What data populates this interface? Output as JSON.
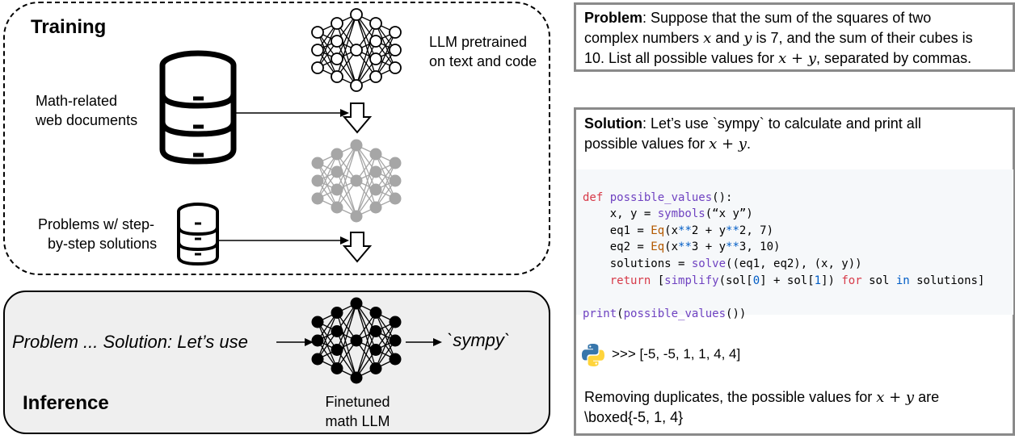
{
  "training": {
    "heading": "Training",
    "llm_label": [
      "LLM  pretrained",
      "on text and code"
    ],
    "web_docs_label": [
      "Math-related",
      "web documents"
    ],
    "problems_label": [
      "Problems w/ step-",
      "by-step solutions"
    ]
  },
  "inference": {
    "heading": "Inference",
    "input_text": "Problem ... Solution: Let’s use",
    "output_text": "`sympy`",
    "model_label": [
      "Finetuned",
      "math LLM"
    ]
  },
  "problem": {
    "label": "Problem",
    "line1": ": Suppose that the sum of the squares of two",
    "line2_a": "complex numbers ",
    "var_x": "x",
    "line2_b": " and ",
    "var_y": "y",
    "line2_c": " is 7, and the sum of their cubes is",
    "line3_a": "10. List all possible values for ",
    "expr": "x + y",
    "line3_b": ", separated by commas."
  },
  "solution": {
    "label": "Solution",
    "line1": ": Let’s use `sympy` to calculate and print all",
    "line2_a": "possible values for ",
    "expr": "x + y",
    "line2_b": ".",
    "code_lines": [
      "def possible_values():",
      "    x, y = symbols(“x y”)",
      "    eq1 = Eq(x**2 + y**2, 7)",
      "    eq2 = Eq(x**3 + y**3, 10)",
      "    solutions = solve((eq1, eq2), (x, y))",
      "    return [simplify(sol[0] + sol[1]) for sol in solutions]",
      "",
      "print(possible_values())"
    ],
    "output": ">>> [-5, -5, 1, 1, 4, 4]",
    "conclusion_a": "Removing duplicates, the possible values for ",
    "conclusion_expr": "x + y",
    "conclusion_b": " are",
    "boxed": "\\boxed{-5, 1, 4}"
  },
  "icons": [
    "database-icon",
    "neural-network-icon",
    "down-arrow-icon",
    "python-logo-icon"
  ],
  "colors": {
    "pretrained_net": "#000000",
    "intermediate_net": "#a6a6a6",
    "panel_border": "#8a8a8a",
    "inference_bg": "#efefef"
  }
}
